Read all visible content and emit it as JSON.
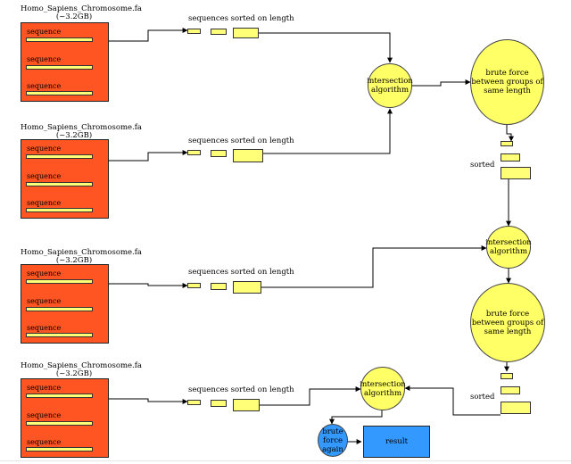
{
  "diagram": {
    "inputs": [
      {
        "title": "Homo_Sapiens_Chromosome.fa",
        "size": "(~3.2GB)",
        "rows": [
          "sequence",
          "sequence",
          "sequence"
        ],
        "sorted_label": "sequences sorted on length"
      },
      {
        "title": "Homo_Sapiens_Chromosome.fa",
        "size": "(~3.2GB)",
        "rows": [
          "sequence",
          "sequence",
          "sequence"
        ],
        "sorted_label": "sequences sorted on length"
      },
      {
        "title": "Homo_Sapiens_Chromosome.fa",
        "size": "(~3.2GB)",
        "rows": [
          "sequence",
          "sequence",
          "sequence"
        ],
        "sorted_label": "sequences sorted on length"
      },
      {
        "title": "Homo_Sapiens_Chromosome.fa",
        "size": "(~3.2GB)",
        "rows": [
          "sequence",
          "sequence",
          "sequence"
        ],
        "sorted_label": "sequences sorted on length"
      }
    ],
    "intersection_label": "intersection algorithm",
    "brute_force_label": "brute force between groups of same length",
    "sorted_label": "sorted",
    "brute_force_again_label": "brute force again",
    "result_label": "result",
    "colors": {
      "chromosome_fill": "#fe5522",
      "sequence_fill": "#ffff78",
      "process_fill": "#ffff66",
      "final_fill": "#3399ff"
    }
  }
}
